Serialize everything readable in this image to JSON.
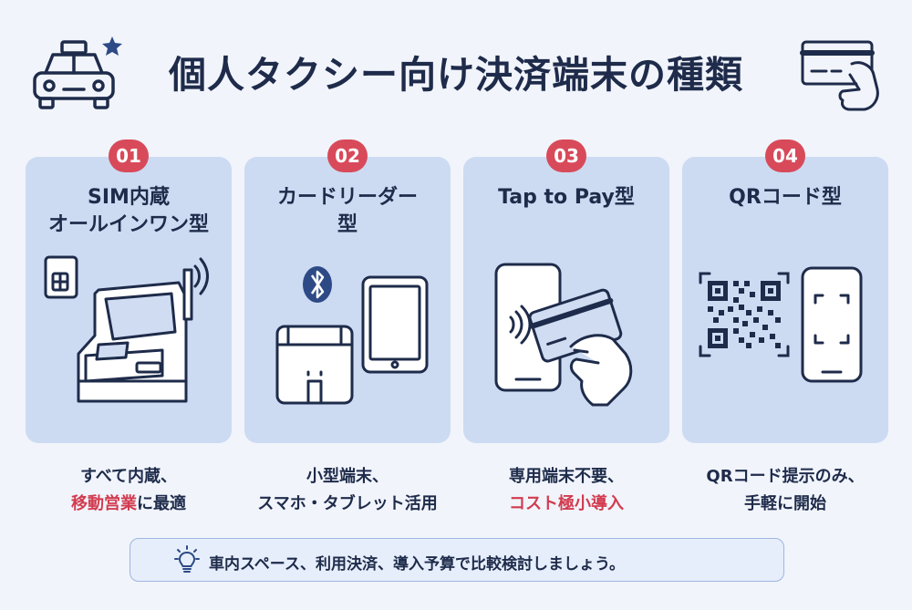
{
  "header": {
    "title": "個人タクシー向け決済端末の種類"
  },
  "panels": [
    {
      "badge": "01",
      "title_line1": "SIM内蔵",
      "title_line2": "オールインワン型",
      "desc_line1": "すべて内蔵、",
      "desc_line2_accent": "移動営業",
      "desc_line2_rest": "に最適",
      "icon": "all-in-one-terminal-icon"
    },
    {
      "badge": "02",
      "title_line1": "カードリーダー",
      "title_line2": "型",
      "desc_line1": "小型端末、",
      "desc_line2_accent": "",
      "desc_line2_rest": "スマホ・タブレット活用",
      "icon": "card-reader-tablet-icon"
    },
    {
      "badge": "03",
      "title_line1": "Tap to Pay型",
      "title_line2": "",
      "desc_line1": "専用端末不要、",
      "desc_line2_accent": "コスト極小導入",
      "desc_line2_rest": "",
      "icon": "tap-to-pay-icon"
    },
    {
      "badge": "04",
      "title_line1": "QRコード型",
      "title_line2": "",
      "desc_line1": "QRコード提示のみ、",
      "desc_line2_accent": "",
      "desc_line2_rest": "手軽に開始",
      "icon": "qr-code-icon"
    }
  ],
  "footer": {
    "text": "車内スペース、利用決済、導入予算で比較検討しましょう。",
    "icon": "lightbulb-icon"
  },
  "colors": {
    "accent": "#d84a5a",
    "navy": "#1e2b4a",
    "panel": "#ccdbf2",
    "background": "#f1f4fb"
  }
}
